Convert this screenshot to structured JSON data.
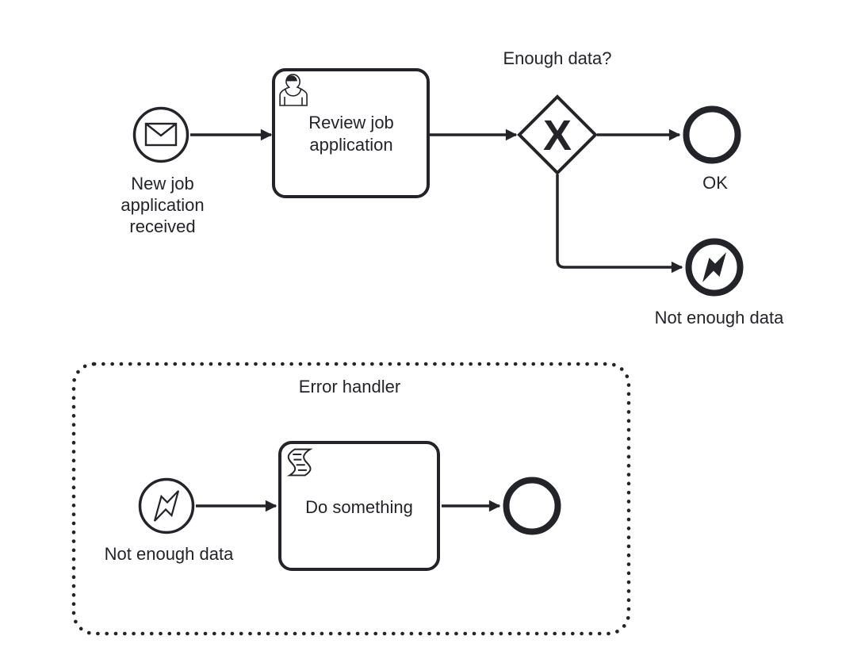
{
  "colors": {
    "stroke": "#22242A",
    "background": "#FFFFFF"
  },
  "icons": {
    "start_event": "message-envelope-icon",
    "review_task": "user-icon",
    "gateway": "exclusive-x-marker",
    "error_end_event": "lightning-bolt-icon",
    "error_start_event": "lightning-bolt-icon",
    "do_task": "script-icon"
  },
  "process": {
    "start_event_label": {
      "line1": "New job",
      "line2": "application",
      "line3": "received"
    },
    "review_task_label": {
      "line1": "Review job",
      "line2": "application"
    },
    "gateway_label": "Enough data?",
    "gateway_marker": "X",
    "ok_end_label": "OK",
    "error_end_label": "Not enough data"
  },
  "error_handler": {
    "group_label": "Error handler",
    "error_start_label": "Not enough data",
    "do_task_label": "Do something"
  }
}
